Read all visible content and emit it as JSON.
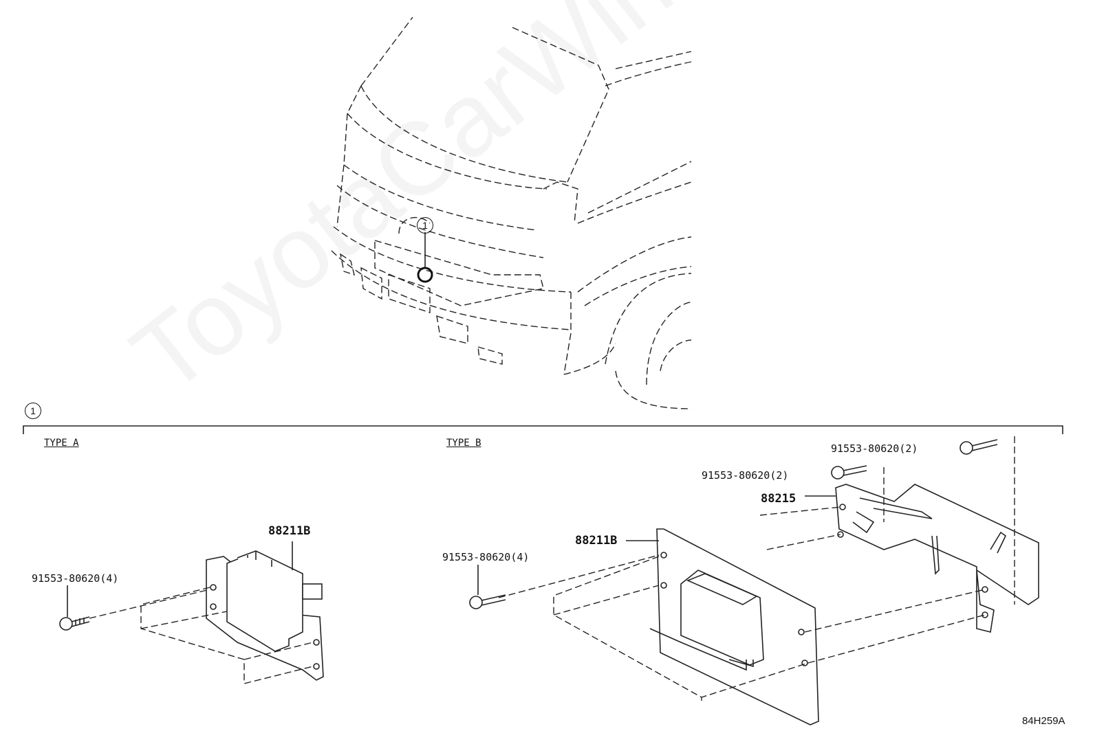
{
  "watermark": "ToyotaCarWine.ru",
  "diagram_code": "84H259A",
  "callout_number": "1",
  "section_marker": "1",
  "types": {
    "a": "TYPE A",
    "b": "TYPE B"
  },
  "parts": {
    "a_module": "88211B",
    "a_screw": "91553-80620(4)",
    "b_module": "88211B",
    "b_screw_main": "91553-80620(4)",
    "b_bracket": "88215",
    "b_screw_1": "91553-80620(2)",
    "b_screw_2": "91553-80620(2)"
  }
}
